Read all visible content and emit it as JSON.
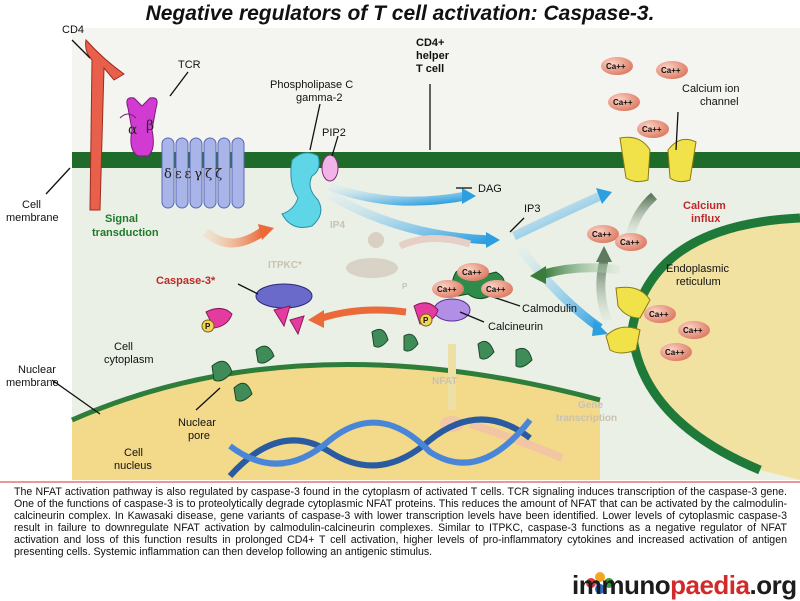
{
  "title": "Negative regulators of T cell activation: Caspase-3.",
  "labels": {
    "cd4": "CD4",
    "tcr": "TCR",
    "alpha": "α",
    "beta": "β",
    "cd3_chains": "δεεγζζ",
    "plc_line1": "Phospholipase C",
    "plc_line2": "gamma-2",
    "pip2": "PIP2",
    "cd4_helper_line1": "CD4+",
    "cd4_helper_line2": "helper",
    "cd4_helper_line3": "T cell",
    "calcium_channel_line1": "Calcium ion",
    "calcium_channel_line2": "channel",
    "cell_membrane_line1": "Cell",
    "cell_membrane_line2": "membrane",
    "signal_line1": "Signal",
    "signal_line2": "transduction",
    "dag": "DAG",
    "ip3": "IP3",
    "ip4": "IP4",
    "itpkc": "ITPKC*",
    "calcium_influx_line1": "Calcium",
    "calcium_influx_line2": "influx",
    "caspase3": "Caspase-3*",
    "er_line1": "Endoplasmic",
    "er_line2": "reticulum",
    "calmodulin": "Calmodulin",
    "calcineurin": "Calcineurin",
    "phospho": "P",
    "cell_cytoplasm_line1": "Cell",
    "cell_cytoplasm_line2": "cytoplasm",
    "nuclear_membrane_line1": "Nuclear",
    "nuclear_membrane_line2": "membrane",
    "nfat": "NFAT",
    "gene_transcription_line1": "Gene",
    "gene_transcription_line2": "transcription",
    "nuclear_pore_line1": "Nuclear",
    "nuclear_pore_line2": "pore",
    "cell_nucleus_line1": "Cell",
    "cell_nucleus_line2": "nucleus",
    "ca": "Ca++"
  },
  "description": "The NFAT activation pathway is also regulated by caspase-3 found in the cytoplasm of activated T cells. TCR signaling induces transcription of the caspase-3 gene. One of the functions of caspase-3 is to proteolytically degrade cytoplasmic NFAT proteins. This reduces the amount of NFAT that can be activated by the calmodulin-calcineurin complex. In Kawasaki disease, gene variants of caspase-3 with lower transcription levels have been identified. Lower levels of cytoplasmic caspase-3 result in failure to downregulate NFAT activation by calmodulin-calcineurin complexes. Similar to ITPKC, caspase-3 functions as a negative regulator of NFAT activation and loss of this function results in prolonged CD4+ T cell activation, higher levels of pro-inflammatory cytokines and increased activation of antigen presenting cells. Systemic inflammation can then develop following an antigenic stimulus.",
  "watermark": {
    "part1": "immuno",
    "part2": "paedia",
    "part3": ".org"
  },
  "colors": {
    "membrane": "#1f6b2a",
    "cytoplasm": "#eaf0e6",
    "nucleus": "#f3d98a",
    "cd4": "#e8604c",
    "tcr": "#d23bd2",
    "cd3": "#a9b4e8",
    "plc": "#5fd6e8",
    "calcium_channel": "#f2e24a",
    "ca_ion": "#e98a78",
    "er": "#1f7a3a",
    "caspase": "#6a6acb",
    "calmodulin": "#2e8b4a",
    "calcineurin": "#b28fe6",
    "nuclear_pore": "#3f8c58",
    "dna": "#2a5aa0",
    "calcium_influx_text": "#c0282a",
    "signal_text": "#1f7a2a",
    "caspase_text": "#c0282a"
  }
}
